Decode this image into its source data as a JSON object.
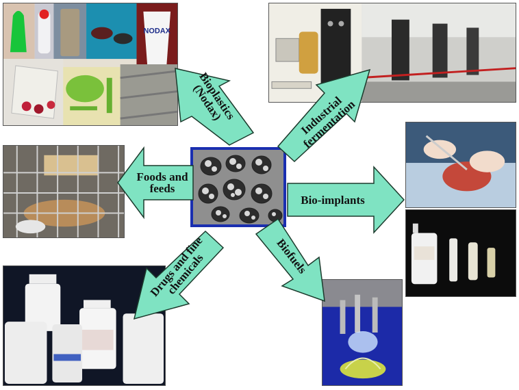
{
  "labels": {
    "bioplastics_line1": "Bioplastics",
    "bioplastics_line2": "(Nodax)",
    "fermentation_line1": "Industrial",
    "fermentation_line2": "fermentation",
    "foods_line1": "Foods and",
    "foods_line2": "feeds",
    "implants": "Bio-implants",
    "drugs_line1": "Drugs and fine",
    "drugs_line2": "chemicals",
    "biofuels": "Biofuels"
  },
  "photo_text": {
    "cup_brand": "NODAX"
  },
  "colors": {
    "arrow_fill": "#7fe3c2",
    "arrow_stroke": "#1b3a2c",
    "center_border": "#1a2fb0"
  }
}
